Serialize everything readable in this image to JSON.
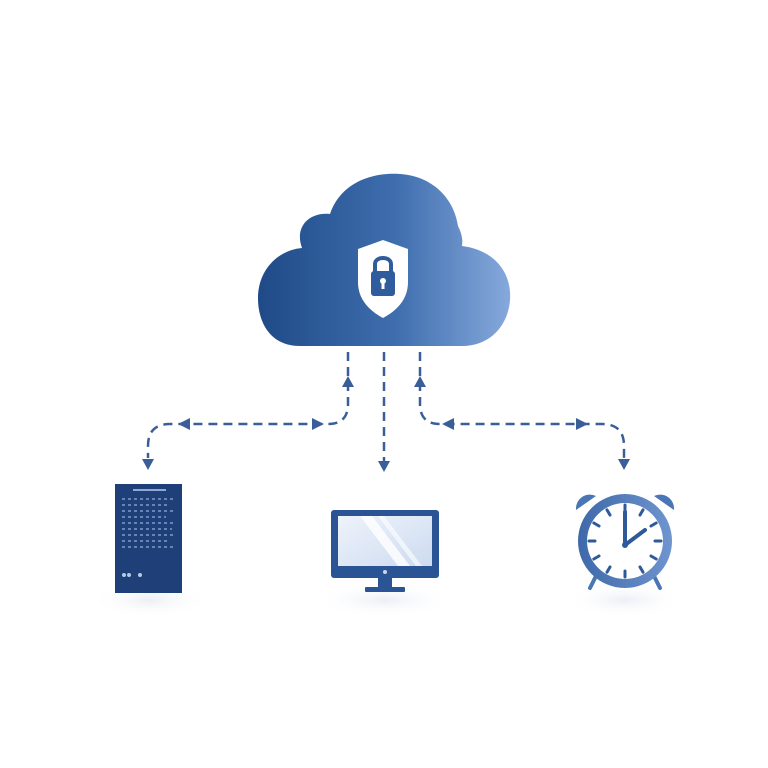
{
  "diagram": {
    "nodes": [
      {
        "id": "cloud",
        "icon": "cloud-icon",
        "badge_icon": "shield-lock-icon"
      },
      {
        "id": "server",
        "icon": "server-icon"
      },
      {
        "id": "monitor",
        "icon": "monitor-icon"
      },
      {
        "id": "clock",
        "icon": "alarm-clock-icon",
        "clock_time": "2:00"
      }
    ],
    "connectors": [
      {
        "from": "cloud",
        "to": "server",
        "direction": "both",
        "style": "dashed"
      },
      {
        "from": "cloud",
        "to": "monitor",
        "direction": "to-target",
        "style": "dashed"
      },
      {
        "from": "cloud",
        "to": "clock",
        "direction": "both",
        "style": "dashed"
      }
    ]
  },
  "colors": {
    "primary_dark": "#1f4a87",
    "primary_mid": "#3d6cac",
    "primary_light": "#7fa4d8",
    "connector": "#3a5f98",
    "background": "#ffffff"
  }
}
